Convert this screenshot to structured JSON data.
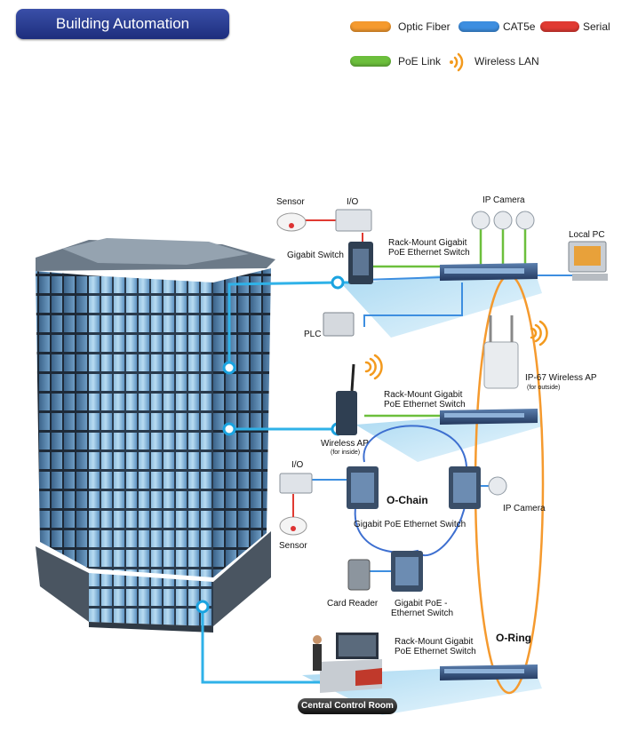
{
  "title": "Building Automation",
  "legend": [
    {
      "id": "optic-fiber",
      "label": "Optic Fiber",
      "color": "#f59a2e"
    },
    {
      "id": "cat5e",
      "label": "CAT5e",
      "color": "#3d8ee0"
    },
    {
      "id": "serial",
      "label": "Serial",
      "color": "#e03a32"
    },
    {
      "id": "poe-link",
      "label": "PoE Link",
      "color": "#6cbf3c"
    },
    {
      "id": "wireless-lan",
      "label": "Wireless LAN",
      "color": "#f39a1e"
    }
  ],
  "labels": {
    "sensor_top": "Sensor",
    "io_top": "I/O",
    "ip_camera_top": "IP Camera",
    "local_pc": "Local  PC",
    "gigabit_switch": "Gigabit Switch",
    "rack_mount_1_line1": "Rack-Mount Gigabit",
    "rack_mount_1_line2": "PoE Ethernet Switch",
    "plc": "PLC",
    "ip67_ap": "IP-67 Wireless AP",
    "ip67_ap_note": "(for outside)",
    "rack_mount_2_line1": "Rack-Mount Gigabit",
    "rack_mount_2_line2": "PoE Ethernet Switch",
    "wireless_ap": "Wireless AP",
    "wireless_ap_note": "(for inside)",
    "io_mid": "I/O",
    "sensor_mid": "Sensor",
    "o_chain": "O-Chain",
    "ip_camera_mid": "IP Camera",
    "gigabit_poe_switch": "Gigabit PoE Ethernet Switch",
    "card_reader": "Card Reader",
    "gigabit_poe_2_line1": "Gigabit PoE -",
    "gigabit_poe_2_line2": "Ethernet Switch",
    "rack_mount_3_line1": "Rack-Mount Gigabit",
    "rack_mount_3_line2": "PoE Ethernet Switch",
    "o_ring": "O-Ring",
    "central_control_room": "Central Control Room"
  }
}
